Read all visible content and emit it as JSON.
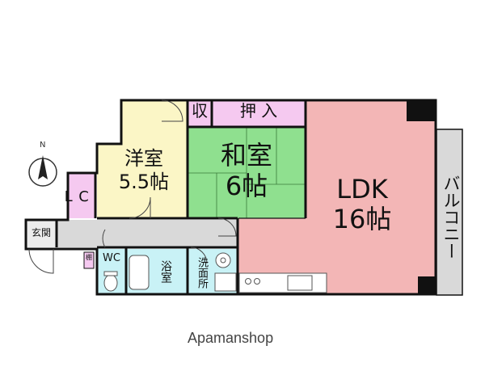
{
  "colors": {
    "ldk": "#f3b6b6",
    "washitsu": "#8fe08f",
    "storage": "#f5c9f0",
    "yoshitsu": "#fbf6c6",
    "wet_area": "#c9f2f6",
    "balcony": "#d9d9d9",
    "corridor": "#d9d9d9",
    "wall": "#111111"
  },
  "rooms": {
    "ldk": {
      "name": "LDK",
      "size": "16帖"
    },
    "washitsu": {
      "name": "和室",
      "size": "6帖"
    },
    "yoshitsu": {
      "name": "洋室",
      "size": "5.5帖"
    },
    "oshiire": "押 入",
    "shuno": "収",
    "closet": "C L",
    "balcony": "バルコニー",
    "genkan": "玄関",
    "wc": "WC",
    "bath": "浴室",
    "washroom": "洗面所",
    "shoe_box": "棚"
  },
  "compass": {
    "label": "N",
    "icon": "compass-north-icon"
  },
  "brand": "Apamanshop"
}
